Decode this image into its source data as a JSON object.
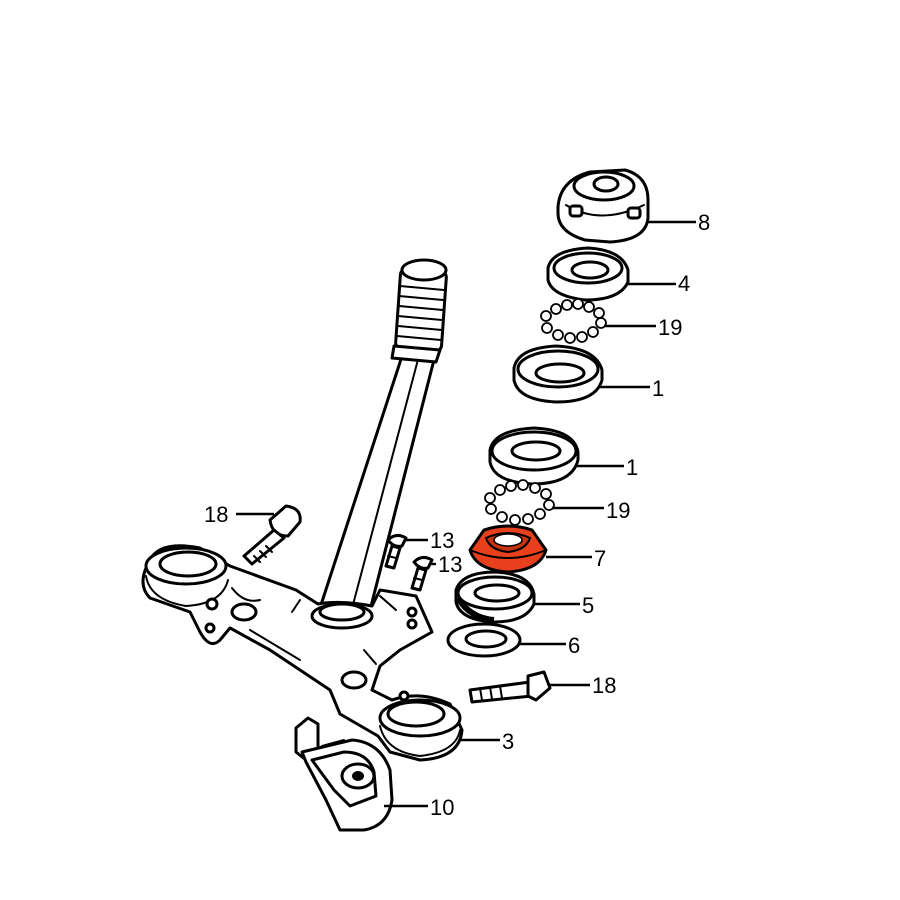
{
  "callouts": {
    "c8": "8",
    "c4": "4",
    "c19a": "19",
    "c1a": "1",
    "c1b": "1",
    "c19b": "19",
    "c18a": "18",
    "c13a": "13",
    "c13b": "13",
    "c7": "7",
    "c5": "5",
    "c6": "6",
    "c18b": "18",
    "c3": "3",
    "c10": "10"
  },
  "colors": {
    "highlight": "#e8401c",
    "line": "#000000",
    "background": "#ffffff"
  }
}
